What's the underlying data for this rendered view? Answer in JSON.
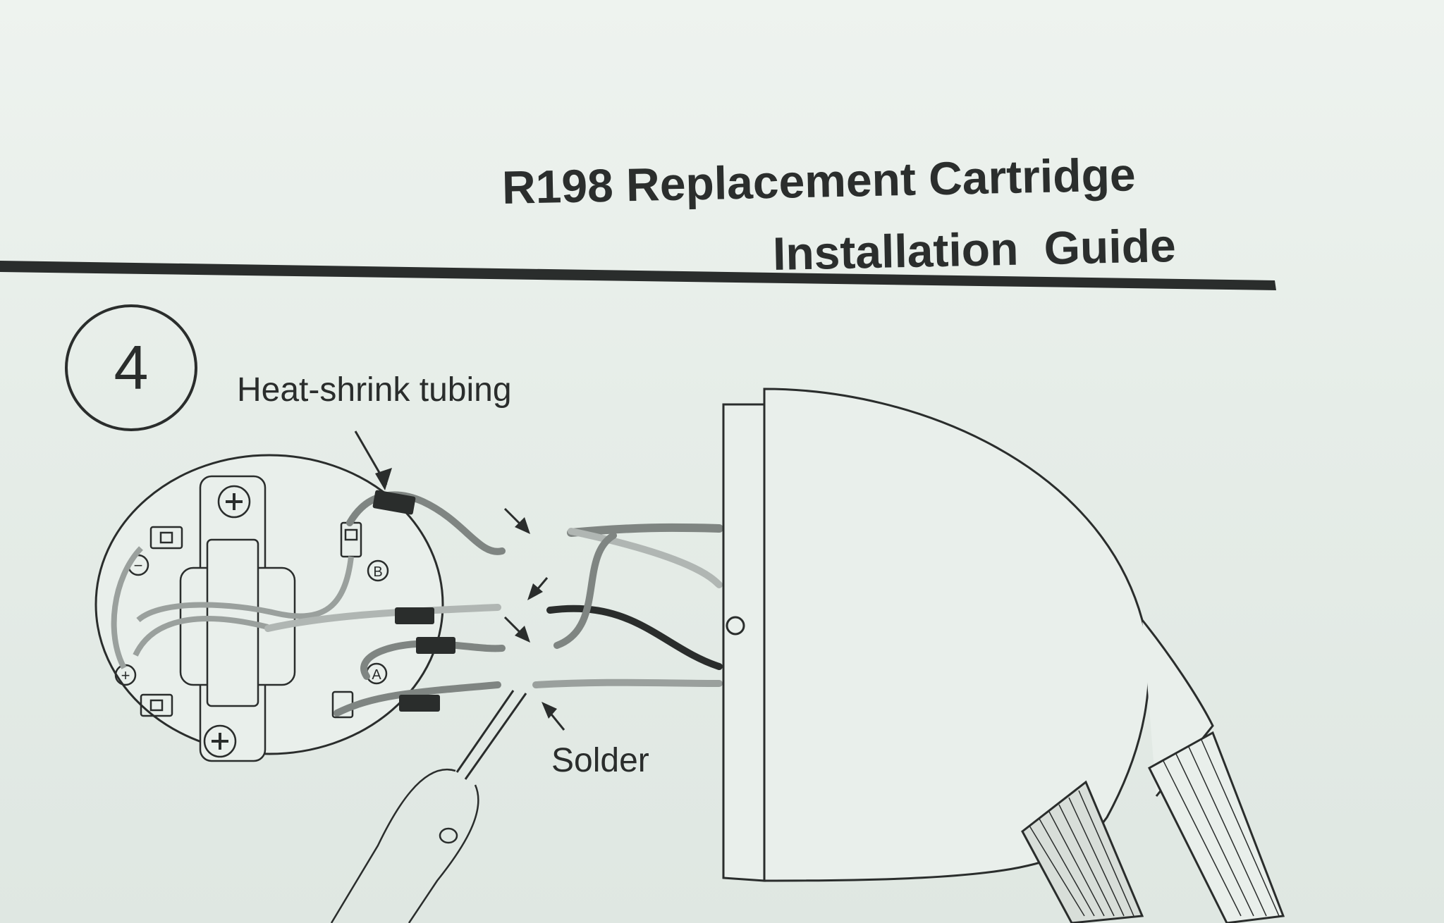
{
  "title": {
    "line1": "R198 Replacement Cartridge",
    "line2": "Installation  Guide"
  },
  "step": {
    "number": "4"
  },
  "callouts": {
    "heat_shrink": "Heat-shrink tubing",
    "solder": "Solder"
  },
  "terminal_markers": {
    "minus": "−",
    "plus": "+",
    "a": "A",
    "b": "B"
  },
  "colors": {
    "paper": "#e8eeea",
    "ink": "#2a2d2c"
  }
}
